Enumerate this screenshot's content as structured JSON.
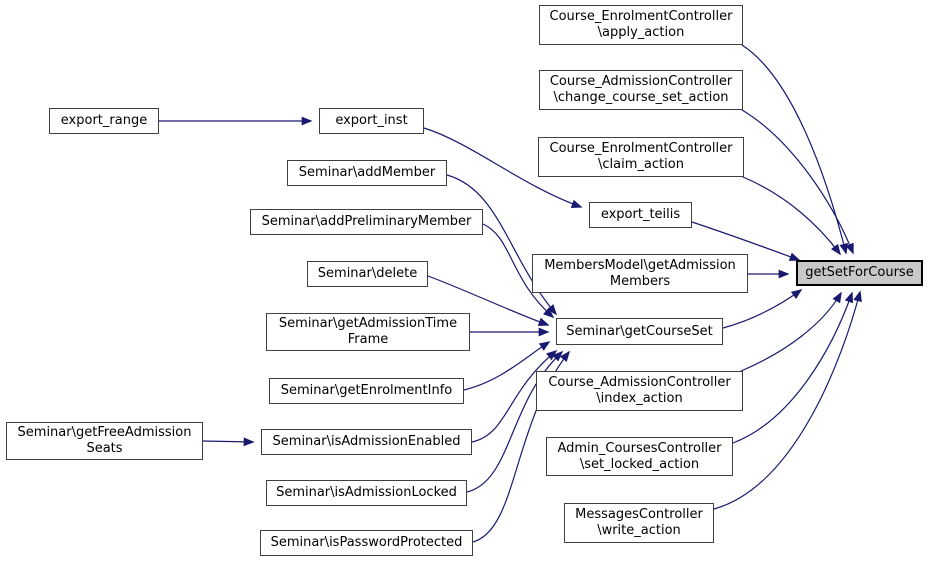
{
  "graph": {
    "kind": "call-graph",
    "focus_function": "getSetForCourse",
    "colors": {
      "background": "#ffffff",
      "edge": "#191970",
      "node_border": "#404040",
      "node_fill": "#ffffff",
      "highlight_fill": "#c8c8c8"
    },
    "nodes": [
      {
        "id": "export_range",
        "label": "export_range"
      },
      {
        "id": "export_inst",
        "label": "export_inst"
      },
      {
        "id": "seminar_addMember",
        "label": "Seminar\\addMember"
      },
      {
        "id": "seminar_addPreliminaryMember",
        "label": "Seminar\\addPreliminaryMember"
      },
      {
        "id": "seminar_delete",
        "label": "Seminar\\delete"
      },
      {
        "id": "seminar_getAdmissionTimeFrame",
        "label": "Seminar\\getAdmissionTime\nFrame"
      },
      {
        "id": "seminar_getEnrolmentInfo",
        "label": "Seminar\\getEnrolmentInfo"
      },
      {
        "id": "seminar_isAdmissionEnabled",
        "label": "Seminar\\isAdmissionEnabled"
      },
      {
        "id": "seminar_isAdmissionLocked",
        "label": "Seminar\\isAdmissionLocked"
      },
      {
        "id": "seminar_isPasswordProtected",
        "label": "Seminar\\isPasswordProtected"
      },
      {
        "id": "seminar_getFreeAdmissionSeats",
        "label": "Seminar\\getFreeAdmission\nSeats"
      },
      {
        "id": "course_enrolment_apply_action",
        "label": "Course_EnrolmentController\n\\apply_action"
      },
      {
        "id": "course_admission_change_course_set_action",
        "label": "Course_AdmissionController\n\\change_course_set_action"
      },
      {
        "id": "course_enrolment_claim_action",
        "label": "Course_EnrolmentController\n\\claim_action"
      },
      {
        "id": "export_teilis",
        "label": "export_teilis"
      },
      {
        "id": "membersmodel_getAdmissionMembers",
        "label": "MembersModel\\getAdmission\nMembers"
      },
      {
        "id": "seminar_getCourseSet",
        "label": "Seminar\\getCourseSet"
      },
      {
        "id": "course_admission_index_action",
        "label": "Course_AdmissionController\n\\index_action"
      },
      {
        "id": "admin_courses_set_locked_action",
        "label": "Admin_CoursesController\n\\set_locked_action"
      },
      {
        "id": "messages_write_action",
        "label": "MessagesController\n\\write_action"
      },
      {
        "id": "getSetForCourse",
        "label": "getSetForCourse",
        "highlighted": true
      }
    ],
    "edges": [
      {
        "from": "export_range",
        "to": "export_inst"
      },
      {
        "from": "export_inst",
        "to": "export_teilis"
      },
      {
        "from": "seminar_addMember",
        "to": "seminar_getCourseSet"
      },
      {
        "from": "seminar_addPreliminaryMember",
        "to": "seminar_getCourseSet"
      },
      {
        "from": "seminar_delete",
        "to": "seminar_getCourseSet"
      },
      {
        "from": "seminar_getAdmissionTimeFrame",
        "to": "seminar_getCourseSet"
      },
      {
        "from": "seminar_getEnrolmentInfo",
        "to": "seminar_getCourseSet"
      },
      {
        "from": "seminar_isAdmissionEnabled",
        "to": "seminar_getCourseSet"
      },
      {
        "from": "seminar_isAdmissionLocked",
        "to": "seminar_getCourseSet"
      },
      {
        "from": "seminar_isPasswordProtected",
        "to": "seminar_getCourseSet"
      },
      {
        "from": "seminar_getFreeAdmissionSeats",
        "to": "seminar_isAdmissionEnabled"
      },
      {
        "from": "course_enrolment_apply_action",
        "to": "getSetForCourse"
      },
      {
        "from": "course_admission_change_course_set_action",
        "to": "getSetForCourse"
      },
      {
        "from": "course_enrolment_claim_action",
        "to": "getSetForCourse"
      },
      {
        "from": "export_teilis",
        "to": "getSetForCourse"
      },
      {
        "from": "membersmodel_getAdmissionMembers",
        "to": "getSetForCourse"
      },
      {
        "from": "seminar_getCourseSet",
        "to": "getSetForCourse"
      },
      {
        "from": "course_admission_index_action",
        "to": "getSetForCourse"
      },
      {
        "from": "admin_courses_set_locked_action",
        "to": "getSetForCourse"
      },
      {
        "from": "messages_write_action",
        "to": "getSetForCourse"
      }
    ]
  }
}
